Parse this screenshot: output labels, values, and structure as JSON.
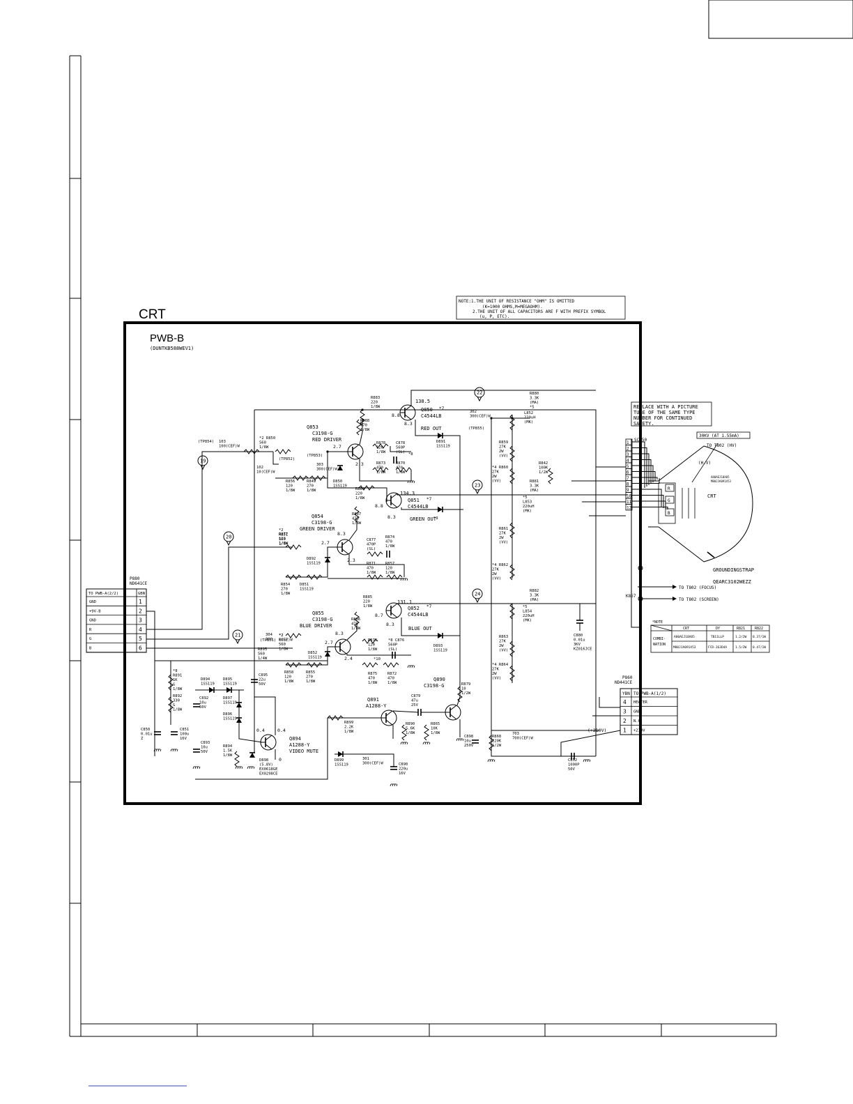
{
  "sheet": {
    "section_title": "CRT",
    "board_name": "PWB-B",
    "board_code": "(DUNTKB588WEV1)",
    "note_lines": [
      "NOTE:1.THE UNIT OF RESISTANCE \"OHM\" IS OMITTED",
      "(K=1000 OHMS,M=MEGAOHM).",
      "2.THE UNIT OF ALL CAPACITORS ARE F WITH PREFIX SYMBOL",
      "(u, P, ETC)."
    ],
    "replace_warning": [
      "REPLACE WITH A PICTURE",
      "TUBE OF THE SAME TYPE",
      "NUMBER FOR CONTINUED",
      "SAFETY."
    ],
    "hv_label": "30KV (AT 1.55mA)",
    "to_t802_hv": "TO T802 (HV)",
    "to_t802_focus": "TO T802 (FOCUS)",
    "to_t802_screen": "TO T802 (SCREEN)",
    "grounding_strap": "GROUNDINGSTRAP",
    "grounding_part": "QEARC3102WEZZ",
    "crt_label": "CRT",
    "hv_pin": "(H.V)",
    "socket": "SC850",
    "k857": "K857"
  },
  "combo_table": {
    "note": "*NOTE",
    "headers": [
      "CRT",
      "DY",
      "R821",
      "R822"
    ],
    "row_label": [
      "COMBI-",
      "NATION"
    ],
    "rows": [
      [
        "A80AEJ10X05",
        "TB11LLP",
        "1.2/2W",
        "0.37/1W"
      ],
      [
        "M80JJA091X53",
        "FCD-263D4A",
        "1.5/2W",
        "0.47/1W"
      ]
    ]
  },
  "left_connector": {
    "part": "P880",
    "model": "ND641CE",
    "code": "GBN",
    "to": "TO PWB-A(2/2)",
    "pins": [
      {
        "label": "GND",
        "num": "1"
      },
      {
        "label": "+9V-B",
        "num": "2"
      },
      {
        "label": "GND",
        "num": "3"
      },
      {
        "label": "R",
        "num": "4"
      },
      {
        "label": "G",
        "num": "5"
      },
      {
        "label": "B",
        "num": "6"
      }
    ]
  },
  "right_connector": {
    "part": "P860",
    "model": "ND441CE",
    "code": "YBN",
    "to": "TO PWB-A(1/2)",
    "pins": [
      {
        "num": "4",
        "label": "HEATER"
      },
      {
        "num": "3",
        "label": "GND"
      },
      {
        "num": "2",
        "label": "N.C."
      },
      {
        "num": "1",
        "label": "+210V"
      }
    ],
    "supply_label": "(+210V)"
  },
  "socket_pins": [
    "1",
    "2",
    "3",
    "4",
    "5",
    "6",
    "7",
    "8",
    "9",
    "10",
    "11",
    "12"
  ],
  "test_points": [
    "19",
    "20",
    "21",
    "22",
    "23",
    "24"
  ],
  "voltages": {
    "red": [
      "138.5",
      "8.8",
      "8.3",
      "2.7",
      "2.3"
    ],
    "green": [
      "134.3",
      "8.8",
      "8.3",
      "8.3",
      "2.7",
      "2.3"
    ],
    "blue": [
      "131.1",
      "8.7",
      "8.3",
      "8.3",
      "2.7",
      "2.4"
    ],
    "mute": [
      "0.4",
      "0.4",
      "0"
    ]
  },
  "stages": {
    "red_driver": {
      "q": "Q853",
      "part": "C3198-G",
      "name": "RED DRIVER"
    },
    "green_driver": {
      "q": "Q854",
      "part": "C3198-G",
      "name": "GREEN DRIVER"
    },
    "blue_driver": {
      "q": "Q855",
      "part": "C3198-G",
      "name": "BLUE DRIVER"
    },
    "red_out": {
      "q": "Q850",
      "part": "C4544LB",
      "name": "RED OUT",
      "mark": "*7"
    },
    "green_out": {
      "q": "Q851",
      "part": "C4544LB",
      "name": "GREEN OUT",
      "mark": "*7"
    },
    "blue_out": {
      "q": "Q852",
      "part": "C4544LB",
      "name": "BLUE OUT",
      "mark": "*7"
    },
    "mute": {
      "q": "Q894",
      "part": "A1288-Y",
      "name": "VIDEO MUTE"
    },
    "q891": {
      "q": "Q891",
      "part": "A1288-Y"
    },
    "q890": {
      "q": "Q890",
      "part": "C3198-G"
    }
  },
  "labels": {
    "red": [
      [
        "R883",
        "220",
        "1/8W"
      ],
      [
        "R888",
        "470",
        "1/8W"
      ],
      [
        "*2 R850",
        "560",
        "1/8W"
      ],
      [
        "R878",
        "120",
        "1/8W"
      ],
      [
        "C878",
        "560P",
        "(SL)"
      ],
      [
        "R873",
        "470",
        "1/8W"
      ],
      [
        "R870",
        "470",
        "1/8W"
      ],
      [
        "R856",
        "120",
        "1/8W"
      ],
      [
        "R849",
        "270",
        "1/8W"
      ],
      [
        "R884",
        "220",
        "1/8W"
      ],
      [
        "D891",
        "1SS119"
      ],
      [
        "D850",
        "1SS119"
      ],
      [
        "303",
        "300(CEF)W"
      ],
      [
        "102",
        "10(CEF)W"
      ],
      [
        "103",
        "100(CEF)W"
      ],
      [
        "302",
        "300(CEF)W"
      ],
      [
        "*8"
      ]
    ],
    "green": [
      [
        "R887",
        "470",
        "1/8W"
      ],
      [
        "*2",
        "R851",
        "560",
        "1/8W"
      ],
      [
        "R877",
        "120",
        "1/8W"
      ],
      [
        "C877",
        "470P",
        "(SL)"
      ],
      [
        "R874",
        "470",
        "1/8W"
      ],
      [
        "R871",
        "470",
        "1/8W"
      ],
      [
        "R857",
        "120",
        "1/8W"
      ],
      [
        "R854",
        "270",
        "1/8W"
      ],
      [
        "D851",
        "1SS119"
      ],
      [
        "D892",
        "1SS119"
      ],
      [
        "*9"
      ]
    ],
    "blue": [
      [
        "R885",
        "220",
        "1/8W"
      ],
      [
        "R886",
        "470",
        "1/8W"
      ],
      [
        "*2",
        "R852",
        "560",
        "1/8W"
      ],
      [
        "R876",
        "120",
        "1/8W"
      ],
      [
        "*8 C876",
        "560P",
        "(SL)"
      ],
      [
        "R875",
        "470",
        "1/8W"
      ],
      [
        "R872",
        "470",
        "1/8W"
      ],
      [
        "R858",
        "120",
        "1/8W"
      ],
      [
        "R855",
        "270",
        "1/8W"
      ],
      [
        "D852",
        "1SS119"
      ],
      [
        "D893",
        "1SS119"
      ],
      [
        "304",
        "300"
      ],
      [
        "*2",
        "(CEF)W"
      ],
      [
        "*10"
      ]
    ],
    "right_net": [
      [
        "R880",
        "3.3K",
        "(MA)",
        "*5"
      ],
      [
        "L852",
        "220uH",
        "(MK)"
      ],
      [
        "R859",
        "27K",
        "2W",
        "(VV)"
      ],
      [
        "*4 R860",
        "27K",
        "2W",
        "(VV)"
      ],
      [
        "R842",
        "100K",
        "1/2W"
      ],
      [
        "R881",
        "3.3K",
        "(MA)"
      ],
      [
        "*5",
        "L853",
        "220uH",
        "(MK)"
      ],
      [
        "R861",
        "27K",
        "2W",
        "(VV)"
      ],
      [
        "*4 R862",
        "27K",
        "2W",
        "(VV)"
      ],
      [
        "R882",
        "3.3K",
        "(MA)"
      ],
      [
        "*5",
        "L854",
        "220uH",
        "(MK)"
      ],
      [
        "R863",
        "27K",
        "2W",
        "(VV)"
      ],
      [
        "*4 R864",
        "27K",
        "2W",
        "(VV)"
      ],
      [
        "C880",
        "0.01u",
        "3KV",
        "KZ016JCE"
      ],
      [
        "C852",
        "1000P",
        "50V"
      ],
      [
        "703",
        "700(CEF)W"
      ],
      [
        "R868",
        "220K",
        "1/2W"
      ],
      [
        "C898",
        "10u",
        "250V"
      ]
    ],
    "bottom": [
      [
        "*8",
        "R891",
        "1K",
        "G",
        "1/8W"
      ],
      [
        "R892",
        "330",
        "G",
        "1/8W"
      ],
      [
        "C850",
        "0.01u",
        "Z"
      ],
      [
        "C851",
        "100u",
        "16V"
      ],
      [
        "D894",
        "1SS119"
      ],
      [
        "D895",
        "1SS119"
      ],
      [
        "D897",
        "1SS119"
      ],
      [
        "D896",
        "1SS119"
      ],
      [
        "C892",
        "10u",
        "50V"
      ],
      [
        "C893",
        "10u",
        "50V"
      ],
      [
        "R894",
        "1.5K",
        "1/8W"
      ],
      [
        "D898",
        "(5.8V)",
        "EX0618GE",
        "EX0298CE"
      ],
      [
        "R895",
        "560",
        "1/4W"
      ],
      [
        "C895",
        "22u",
        "50V"
      ],
      [
        "(TP851)"
      ],
      [
        "R899",
        "2.2K",
        "1/8W"
      ],
      [
        "C879",
        "47u",
        "25V"
      ],
      [
        "R890",
        "5.6K",
        "1/8W"
      ],
      [
        "R865",
        "10K",
        "1/8W"
      ],
      [
        "R879",
        "10",
        "1/2W"
      ],
      [
        "D899",
        "1SS119"
      ],
      [
        "301",
        "300(CEF)W"
      ],
      [
        "C890",
        "220u",
        "16V"
      ]
    ],
    "tp": [
      "(TP854)",
      "(TP852)",
      "(TP853)",
      "(TP855)"
    ]
  }
}
